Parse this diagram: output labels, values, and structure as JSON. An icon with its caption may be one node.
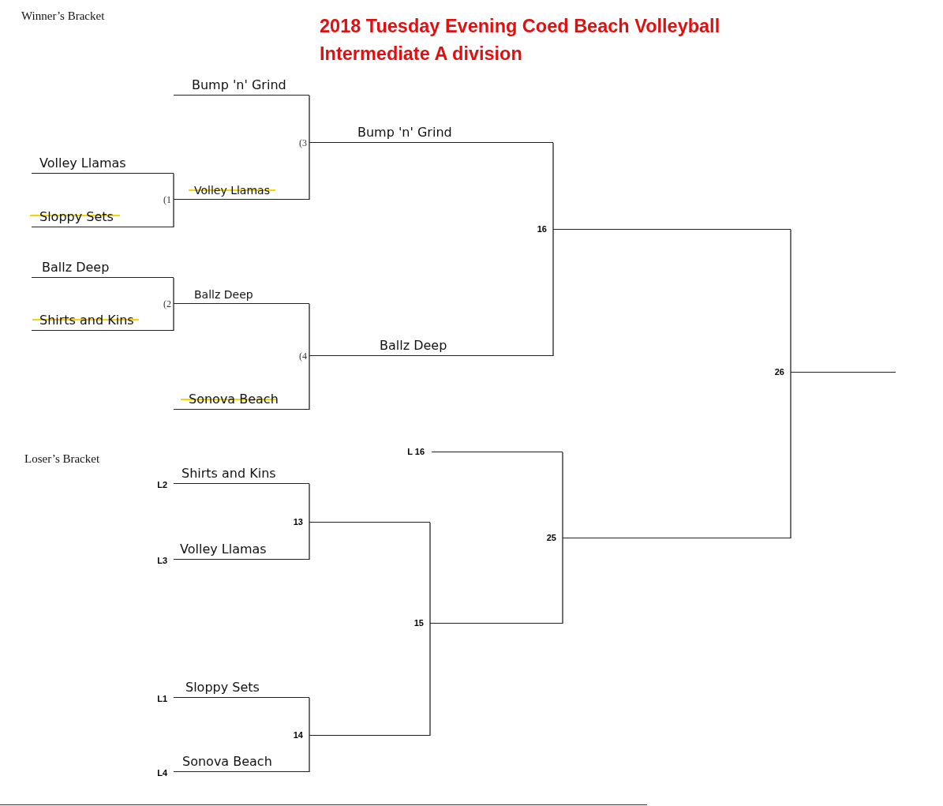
{
  "diagram": {
    "title": "2018 Tuesday Evening Coed Beach Volleyball Intermediate A division",
    "nodes": [
      {
        "text": [
          "Bump 'n' Grind"
        ]
      },
      {
        "text": [
          "Volley Llamas"
        ]
      },
      {
        "text": [
          "Sloppy Sets"
        ]
      },
      {
        "text": [
          "Volley Llamas"
        ],
        "beside": [
          "(1"
        ]
      },
      {
        "text": [
          "Ballz Deep"
        ]
      },
      {
        "text": [
          "Shirts and Kins"
        ]
      },
      {
        "text": [
          "Ballz Deep"
        ],
        "beside": [
          "(2"
        ]
      },
      {
        "text": [
          "Sonova Beach"
        ]
      },
      {
        "text": [
          "Bump 'n' Grind"
        ],
        "beside": [
          "(3"
        ]
      },
      {
        "text": [
          "Ballz Deep"
        ],
        "beside": [
          "(4"
        ]
      },
      {
        "text": [],
        "shape": "line",
        "beside": [
          "16"
        ]
      },
      {
        "text": [],
        "shape": "line",
        "beside": [
          "26"
        ]
      },
      {
        "text": [
          "Shirts and Kins"
        ],
        "beside": [
          "L2"
        ]
      },
      {
        "text": [
          "Volley Llamas"
        ],
        "beside": [
          "L3"
        ]
      },
      {
        "text": [
          "Sloppy Sets"
        ],
        "beside": [
          "L1"
        ]
      },
      {
        "text": [
          "Sonova Beach"
        ],
        "beside": [
          "L4"
        ]
      },
      {
        "text": [],
        "shape": "line",
        "beside": [
          "13"
        ]
      },
      {
        "text": [],
        "shape": "line",
        "beside": [
          "14"
        ]
      },
      {
        "text": [],
        "shape": "line",
        "beside": [
          "15"
        ]
      },
      {
        "text": [],
        "shape": "line",
        "beside": [
          "L 16"
        ]
      },
      {
        "text": [],
        "shape": "line",
        "beside": [
          "25"
        ]
      }
    ],
    "edges": [
      {
        "from": 1,
        "to": 3,
        "arrow": "none"
      },
      {
        "from": 2,
        "to": 3,
        "arrow": "none"
      },
      {
        "from": 4,
        "to": 6,
        "arrow": "none"
      },
      {
        "from": 5,
        "to": 6,
        "arrow": "none"
      },
      {
        "from": 0,
        "to": 8,
        "arrow": "none"
      },
      {
        "from": 3,
        "to": 8,
        "arrow": "none"
      },
      {
        "from": 6,
        "to": 9,
        "arrow": "none"
      },
      {
        "from": 7,
        "to": 9,
        "arrow": "none"
      },
      {
        "from": 8,
        "to": 10,
        "arrow": "none"
      },
      {
        "from": 9,
        "to": 10,
        "arrow": "none"
      },
      {
        "from": 10,
        "to": 11,
        "arrow": "none"
      },
      {
        "from": 20,
        "to": 11,
        "arrow": "none"
      },
      {
        "from": 12,
        "to": 16,
        "arrow": "none"
      },
      {
        "from": 13,
        "to": 16,
        "arrow": "none"
      },
      {
        "from": 14,
        "to": 17,
        "arrow": "none"
      },
      {
        "from": 15,
        "to": 17,
        "arrow": "none"
      },
      {
        "from": 16,
        "to": 18,
        "arrow": "none"
      },
      {
        "from": 17,
        "to": 18,
        "arrow": "none"
      },
      {
        "from": 19,
        "to": 20,
        "arrow": "none"
      },
      {
        "from": 18,
        "to": 20,
        "arrow": "none"
      }
    ],
    "labels": [
      "Winner’s Bracket",
      "Loser’s Bracket"
    ]
  }
}
